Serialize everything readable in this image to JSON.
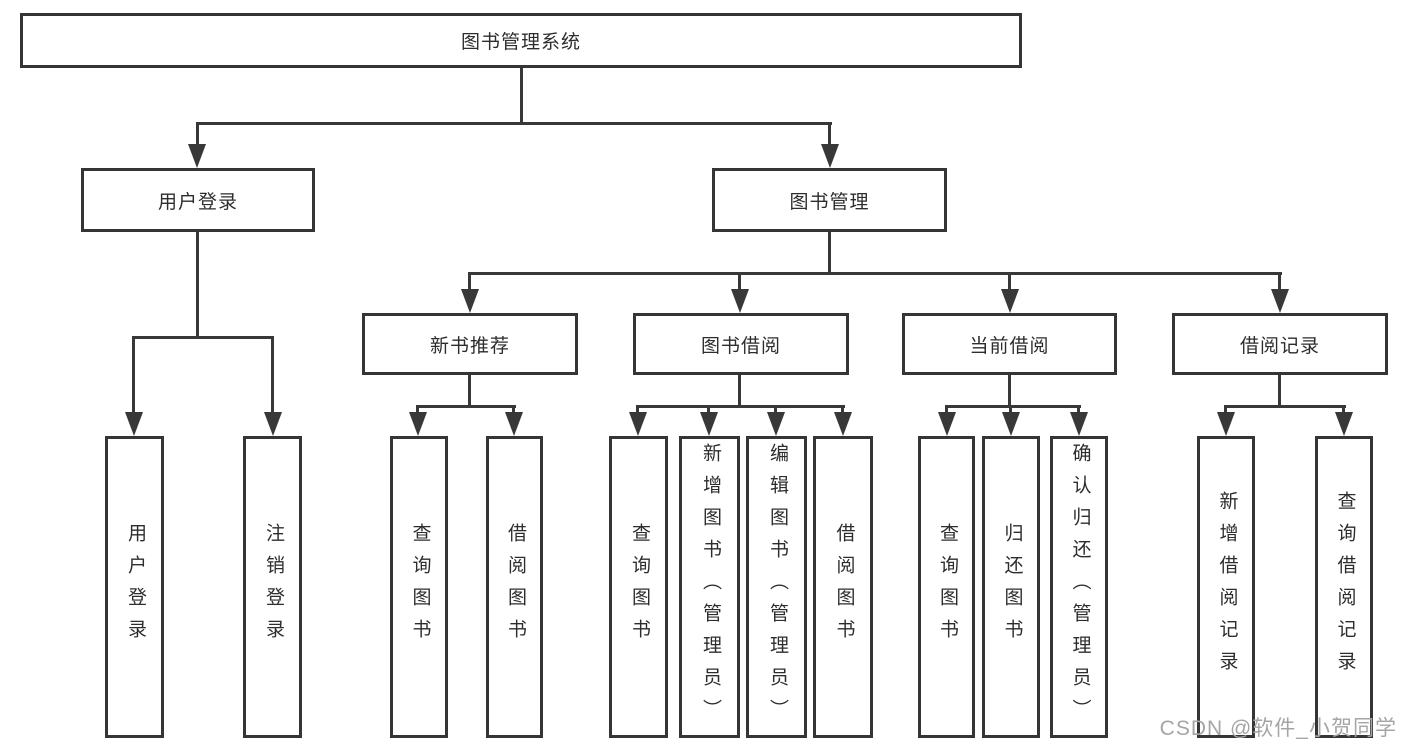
{
  "tree": {
    "root": {
      "label": "图书管理系统"
    },
    "children": [
      {
        "label": "用户登录",
        "children": [
          {
            "label": "用户登录"
          },
          {
            "label": "注销登录"
          }
        ]
      },
      {
        "label": "图书管理",
        "children": [
          {
            "label": "新书推荐",
            "children": [
              {
                "label": "查询图书"
              },
              {
                "label": "借阅图书"
              }
            ]
          },
          {
            "label": "图书借阅",
            "children": [
              {
                "label": "查询图书"
              },
              {
                "label": "新增图书（管理员）"
              },
              {
                "label": "编辑图书（管理员）"
              },
              {
                "label": "借阅图书"
              }
            ]
          },
          {
            "label": "当前借阅",
            "children": [
              {
                "label": "查询图书"
              },
              {
                "label": "归还图书"
              },
              {
                "label": "确认归还（管理员）"
              }
            ]
          },
          {
            "label": "借阅记录",
            "children": [
              {
                "label": "新增借阅记录"
              },
              {
                "label": "查询借阅记录"
              }
            ]
          }
        ]
      }
    ]
  },
  "watermark": "CSDN @软件_小贺同学",
  "colors": {
    "line": "#383838",
    "border": "#353535",
    "text": "#2d2d2d",
    "background": "#ffffff",
    "watermark": "#a5a5a5"
  }
}
